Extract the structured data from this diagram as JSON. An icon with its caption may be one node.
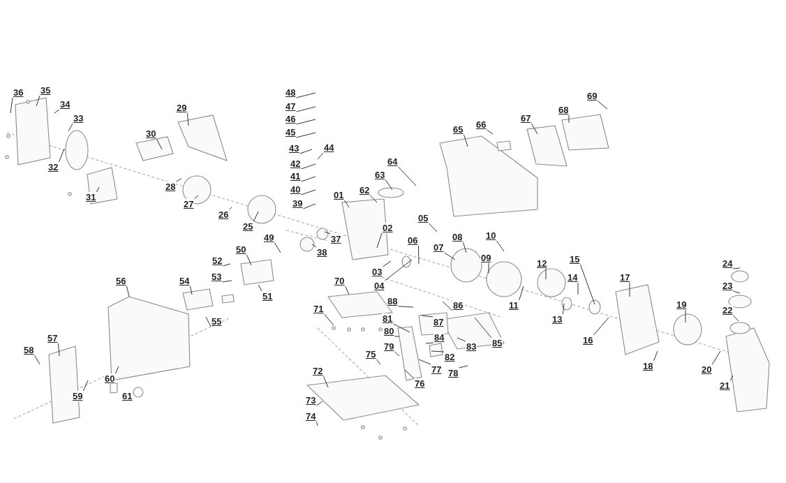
{
  "diagram": {
    "nodes": [
      {
        "text": [
          "01"
        ]
      },
      {
        "text": [
          "02"
        ]
      },
      {
        "text": [
          "03"
        ]
      },
      {
        "text": [
          "04"
        ]
      },
      {
        "text": [
          "05"
        ]
      },
      {
        "text": [
          "06"
        ]
      },
      {
        "text": [
          "07"
        ]
      },
      {
        "text": [
          "08"
        ]
      },
      {
        "text": [
          "09"
        ]
      },
      {
        "text": [
          "10"
        ]
      },
      {
        "text": [
          "11"
        ]
      },
      {
        "text": [
          "12"
        ]
      },
      {
        "text": [
          "13"
        ]
      },
      {
        "text": [
          "14"
        ]
      },
      {
        "text": [
          "15"
        ]
      },
      {
        "text": [
          "16"
        ]
      },
      {
        "text": [
          "17"
        ]
      },
      {
        "text": [
          "18"
        ]
      },
      {
        "text": [
          "19"
        ]
      },
      {
        "text": [
          "20"
        ]
      },
      {
        "text": [
          "21"
        ]
      },
      {
        "text": [
          "22"
        ]
      },
      {
        "text": [
          "23"
        ]
      },
      {
        "text": [
          "24"
        ]
      },
      {
        "text": [
          "25"
        ]
      },
      {
        "text": [
          "26"
        ]
      },
      {
        "text": [
          "27"
        ]
      },
      {
        "text": [
          "28"
        ]
      },
      {
        "text": [
          "29"
        ]
      },
      {
        "text": [
          "30"
        ]
      },
      {
        "text": [
          "31"
        ]
      },
      {
        "text": [
          "32"
        ]
      },
      {
        "text": [
          "33"
        ]
      },
      {
        "text": [
          "34"
        ]
      },
      {
        "text": [
          "35"
        ]
      },
      {
        "text": [
          "36"
        ]
      },
      {
        "text": [
          "37"
        ]
      },
      {
        "text": [
          "38"
        ]
      },
      {
        "text": [
          "39"
        ]
      },
      {
        "text": [
          "40"
        ]
      },
      {
        "text": [
          "41"
        ]
      },
      {
        "text": [
          "42"
        ]
      },
      {
        "text": [
          "43"
        ]
      },
      {
        "text": [
          "44"
        ]
      },
      {
        "text": [
          "45"
        ]
      },
      {
        "text": [
          "46"
        ]
      },
      {
        "text": [
          "47"
        ]
      },
      {
        "text": [
          "48"
        ]
      },
      {
        "text": [
          "49"
        ]
      },
      {
        "text": [
          "50"
        ]
      },
      {
        "text": [
          "51"
        ]
      },
      {
        "text": [
          "52"
        ]
      },
      {
        "text": [
          "53"
        ]
      },
      {
        "text": [
          "54"
        ]
      },
      {
        "text": [
          "55"
        ]
      },
      {
        "text": [
          "56"
        ]
      },
      {
        "text": [
          "57"
        ]
      },
      {
        "text": [
          "58"
        ]
      },
      {
        "text": [
          "59"
        ]
      },
      {
        "text": [
          "60"
        ]
      },
      {
        "text": [
          "61"
        ]
      },
      {
        "text": [
          "62"
        ]
      },
      {
        "text": [
          "63"
        ]
      },
      {
        "text": [
          "64"
        ]
      },
      {
        "text": [
          "65"
        ]
      },
      {
        "text": [
          "66"
        ]
      },
      {
        "text": [
          "67"
        ]
      },
      {
        "text": [
          "68"
        ]
      },
      {
        "text": [
          "69"
        ]
      },
      {
        "text": [
          "70"
        ]
      },
      {
        "text": [
          "71"
        ]
      },
      {
        "text": [
          "72"
        ]
      },
      {
        "text": [
          "73"
        ]
      },
      {
        "text": [
          "74"
        ]
      },
      {
        "text": [
          "75"
        ]
      },
      {
        "text": [
          "76"
        ]
      },
      {
        "text": [
          "77"
        ]
      },
      {
        "text": [
          "78"
        ]
      },
      {
        "text": [
          "79"
        ]
      },
      {
        "text": [
          "80"
        ]
      },
      {
        "text": [
          "81"
        ]
      },
      {
        "text": [
          "82"
        ]
      },
      {
        "text": [
          "83"
        ]
      },
      {
        "text": [
          "84"
        ]
      },
      {
        "text": [
          "85"
        ]
      },
      {
        "text": [
          "86"
        ]
      },
      {
        "text": [
          "87"
        ]
      },
      {
        "text": [
          "88"
        ]
      }
    ],
    "edges": [
      {
        "from": 0,
        "to": null,
        "arrow": "none"
      },
      {
        "from": 1,
        "to": null,
        "arrow": "none"
      },
      {
        "from": 2,
        "to": null,
        "arrow": "none"
      },
      {
        "from": 3,
        "to": null,
        "arrow": "none"
      },
      {
        "from": 4,
        "to": null,
        "arrow": "none"
      },
      {
        "from": 5,
        "to": null,
        "arrow": "none"
      },
      {
        "from": 6,
        "to": null,
        "arrow": "none"
      },
      {
        "from": 7,
        "to": null,
        "arrow": "none"
      },
      {
        "from": 8,
        "to": null,
        "arrow": "none"
      },
      {
        "from": 9,
        "to": null,
        "arrow": "none"
      },
      {
        "from": 10,
        "to": null,
        "arrow": "none"
      },
      {
        "from": 11,
        "to": null,
        "arrow": "none"
      },
      {
        "from": 12,
        "to": null,
        "arrow": "none"
      },
      {
        "from": 13,
        "to": null,
        "arrow": "none"
      },
      {
        "from": 14,
        "to": null,
        "arrow": "none"
      },
      {
        "from": 15,
        "to": null,
        "arrow": "none"
      },
      {
        "from": 16,
        "to": null,
        "arrow": "none"
      },
      {
        "from": 17,
        "to": null,
        "arrow": "none"
      },
      {
        "from": 18,
        "to": null,
        "arrow": "none"
      },
      {
        "from": 19,
        "to": null,
        "arrow": "none"
      },
      {
        "from": 20,
        "to": null,
        "arrow": "none"
      },
      {
        "from": 21,
        "to": null,
        "arrow": "none"
      },
      {
        "from": 22,
        "to": null,
        "arrow": "none"
      },
      {
        "from": 23,
        "to": null,
        "arrow": "none"
      },
      {
        "from": 24,
        "to": null,
        "arrow": "none"
      },
      {
        "from": 25,
        "to": null,
        "arrow": "none"
      },
      {
        "from": 26,
        "to": null,
        "arrow": "none"
      },
      {
        "from": 27,
        "to": null,
        "arrow": "none"
      },
      {
        "from": 28,
        "to": null,
        "arrow": "none"
      },
      {
        "from": 29,
        "to": null,
        "arrow": "none"
      },
      {
        "from": 30,
        "to": null,
        "arrow": "none"
      },
      {
        "from": 31,
        "to": null,
        "arrow": "none"
      },
      {
        "from": 32,
        "to": null,
        "arrow": "none"
      },
      {
        "from": 33,
        "to": null,
        "arrow": "none"
      },
      {
        "from": 34,
        "to": null,
        "arrow": "none"
      },
      {
        "from": 35,
        "to": null,
        "arrow": "none"
      },
      {
        "from": 36,
        "to": null,
        "arrow": "none"
      },
      {
        "from": 37,
        "to": null,
        "arrow": "none"
      },
      {
        "from": 38,
        "to": null,
        "arrow": "none"
      },
      {
        "from": 39,
        "to": null,
        "arrow": "none"
      },
      {
        "from": 40,
        "to": null,
        "arrow": "none"
      },
      {
        "from": 41,
        "to": null,
        "arrow": "none"
      },
      {
        "from": 42,
        "to": null,
        "arrow": "none"
      },
      {
        "from": 43,
        "to": null,
        "arrow": "none"
      },
      {
        "from": 44,
        "to": null,
        "arrow": "none"
      },
      {
        "from": 45,
        "to": null,
        "arrow": "none"
      },
      {
        "from": 46,
        "to": null,
        "arrow": "none"
      },
      {
        "from": 47,
        "to": null,
        "arrow": "none"
      },
      {
        "from": 48,
        "to": null,
        "arrow": "none"
      },
      {
        "from": 49,
        "to": null,
        "arrow": "none"
      },
      {
        "from": 50,
        "to": null,
        "arrow": "none"
      },
      {
        "from": 51,
        "to": null,
        "arrow": "none"
      },
      {
        "from": 52,
        "to": null,
        "arrow": "none"
      },
      {
        "from": 53,
        "to": null,
        "arrow": "none"
      },
      {
        "from": 54,
        "to": null,
        "arrow": "none"
      },
      {
        "from": 55,
        "to": null,
        "arrow": "none"
      },
      {
        "from": 56,
        "to": null,
        "arrow": "none"
      },
      {
        "from": 57,
        "to": null,
        "arrow": "none"
      },
      {
        "from": 58,
        "to": null,
        "arrow": "none"
      },
      {
        "from": 59,
        "to": null,
        "arrow": "none"
      },
      {
        "from": 60,
        "to": null,
        "arrow": "none"
      },
      {
        "from": 61,
        "to": null,
        "arrow": "none"
      },
      {
        "from": 62,
        "to": null,
        "arrow": "none"
      },
      {
        "from": 63,
        "to": null,
        "arrow": "none"
      },
      {
        "from": 64,
        "to": null,
        "arrow": "none"
      },
      {
        "from": 65,
        "to": null,
        "arrow": "none"
      },
      {
        "from": 66,
        "to": null,
        "arrow": "none"
      },
      {
        "from": 67,
        "to": null,
        "arrow": "none"
      },
      {
        "from": 68,
        "to": null,
        "arrow": "none"
      },
      {
        "from": 69,
        "to": null,
        "arrow": "none"
      },
      {
        "from": 70,
        "to": null,
        "arrow": "none"
      },
      {
        "from": 71,
        "to": null,
        "arrow": "none"
      },
      {
        "from": 72,
        "to": null,
        "arrow": "none"
      },
      {
        "from": 73,
        "to": null,
        "arrow": "none"
      },
      {
        "from": 74,
        "to": null,
        "arrow": "none"
      },
      {
        "from": 75,
        "to": null,
        "arrow": "none"
      },
      {
        "from": 76,
        "to": null,
        "arrow": "none"
      },
      {
        "from": 77,
        "to": null,
        "arrow": "none"
      },
      {
        "from": 78,
        "to": null,
        "arrow": "none"
      },
      {
        "from": 79,
        "to": null,
        "arrow": "none"
      },
      {
        "from": 80,
        "to": null,
        "arrow": "none"
      },
      {
        "from": 81,
        "to": null,
        "arrow": "none"
      },
      {
        "from": 82,
        "to": null,
        "arrow": "none"
      },
      {
        "from": 83,
        "to": null,
        "arrow": "none"
      },
      {
        "from": 84,
        "to": null,
        "arrow": "none"
      },
      {
        "from": 85,
        "to": null,
        "arrow": "none"
      },
      {
        "from": 86,
        "to": null,
        "arrow": "none"
      },
      {
        "from": 87,
        "to": null,
        "arrow": "none"
      }
    ]
  }
}
